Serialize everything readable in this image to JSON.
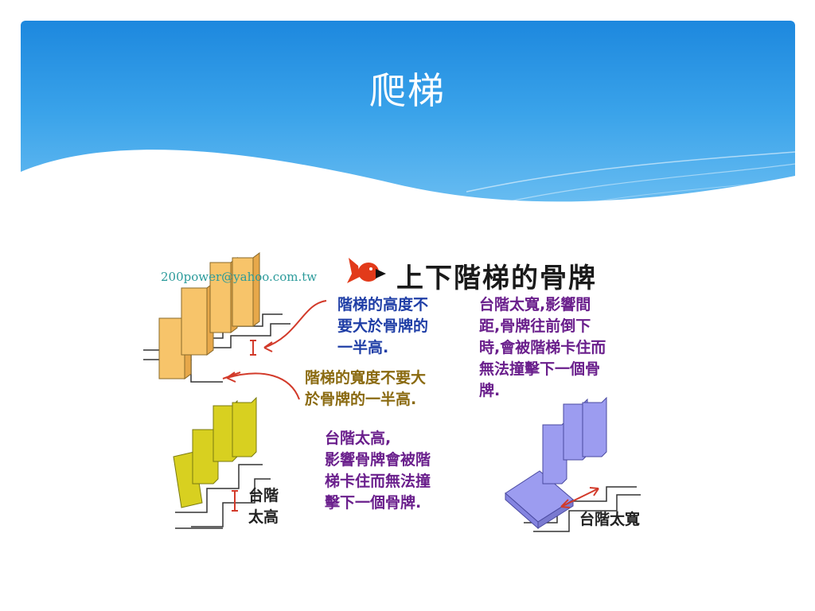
{
  "slide": {
    "title": "爬梯"
  },
  "figure": {
    "email": "200power@yahoo.com.tw",
    "heading": "上下階梯的骨牌",
    "note_height": [
      "階梯的高度不",
      "要大於骨牌的",
      "一半高."
    ],
    "note_width": [
      "階梯的寬度不要大",
      "於骨牌的一半高."
    ],
    "note_wide_step": [
      "台階太寬,影響間",
      "距,骨牌往前倒下",
      "時,會被階梯卡住而",
      "無法撞擊下一個骨",
      "牌."
    ],
    "note_tall_step": [
      "台階太高,",
      "影響骨牌會被階",
      "梯卡住而無法撞",
      "擊下一個骨牌."
    ],
    "label_tall": [
      "台階",
      "太高"
    ],
    "label_wide": "台階太寬",
    "colors": {
      "domino_orange": "#f7c46a",
      "domino_yellow": "#d8d020",
      "domino_blue": "#9c9cf0",
      "arrow_red": "#d23a2a",
      "caption_blue": "#1f3ea6",
      "caption_purple": "#6a1f8c",
      "caption_olive": "#8a6a10"
    }
  }
}
